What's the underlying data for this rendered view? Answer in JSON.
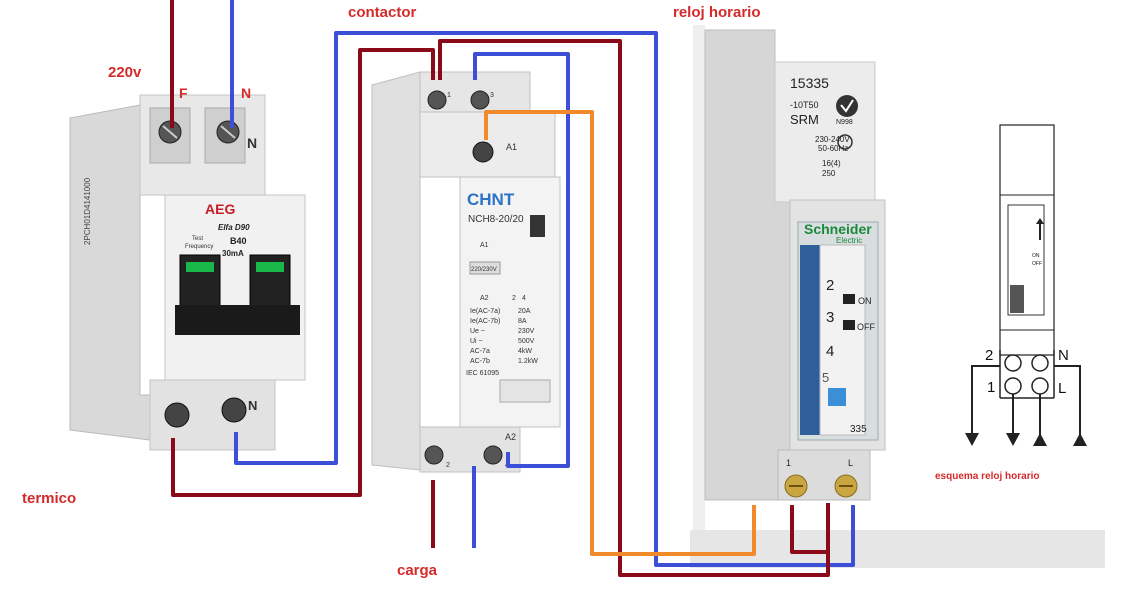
{
  "labels": {
    "contactor": "contactor",
    "reloj_horario": "reloj horario",
    "v220": "220v",
    "fase": "F",
    "neutro": "N",
    "termico": "termico",
    "carga": "carga",
    "esquema": "esquema reloj horario"
  },
  "breaker": {
    "brand": "AEG",
    "model": "Elfa D90",
    "rating": "B40",
    "sensitivity": "30mA",
    "test": "Test",
    "frequency": "Frequency",
    "serial": "2PCH01D4141000",
    "terminal_top_n": "N",
    "terminal_bottom_n": "N"
  },
  "contactor_device": {
    "brand": "CHNT",
    "model": "NCH8-20/20",
    "t1": "1",
    "t3": "3",
    "a1": "A1",
    "a2": "A2",
    "t2": "2",
    "t4": "4",
    "coil": "220/230V",
    "specs_left": [
      "Ie(AC-7a)",
      "Ie(AC-7b)",
      "Ue ~",
      "Ui ~",
      "AC-7a",
      "AC-7b"
    ],
    "specs_right": [
      "20A",
      "8A",
      "230V",
      "500V",
      "4kW",
      "1.2kW"
    ],
    "standard": "IEC 61095"
  },
  "timer": {
    "code": "15335",
    "sub": "-10T50",
    "model": "SRM",
    "cert": "N998",
    "voltage": "230-240V",
    "freq": "50-60Hz",
    "current": "16(4)",
    "current2": "250",
    "brand": "Schneider",
    "brand2": "Electric",
    "dial": [
      "2",
      "3",
      "4",
      "5"
    ],
    "on": "ON",
    "off": "OFF",
    "bottom_code": "335",
    "term1": "1",
    "termL": "L"
  },
  "schematic": {
    "t2": "2",
    "tN": "N",
    "t1": "1",
    "tL": "L",
    "on": "ON",
    "off": "OFF"
  },
  "colors": {
    "phase": "#8b0a1a",
    "neutral": "#3d4fd6",
    "control": "#f08a2a",
    "label": "#d42a2a"
  }
}
